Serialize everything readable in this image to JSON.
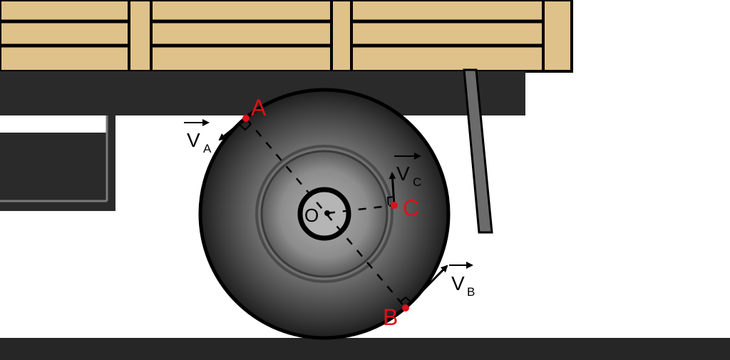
{
  "colors": {
    "truck_bed_wood": "#dfc28a",
    "truck_frame": "#2a2a2a",
    "road": "#262626",
    "tire_dark": "#222222",
    "tire_light": "#8a8a8a",
    "hub": "#b5b5b5",
    "point_red": "#e0101a",
    "line_black": "#000000"
  },
  "points": {
    "A": {
      "label": "A"
    },
    "B": {
      "label": "B"
    },
    "C": {
      "label": "C"
    },
    "O": {
      "label": "O"
    }
  },
  "vectors": {
    "A": {
      "letter": "V",
      "subscript": "A"
    },
    "B": {
      "letter": "V",
      "subscript": "B"
    },
    "C": {
      "letter": "V",
      "subscript": "C"
    }
  }
}
